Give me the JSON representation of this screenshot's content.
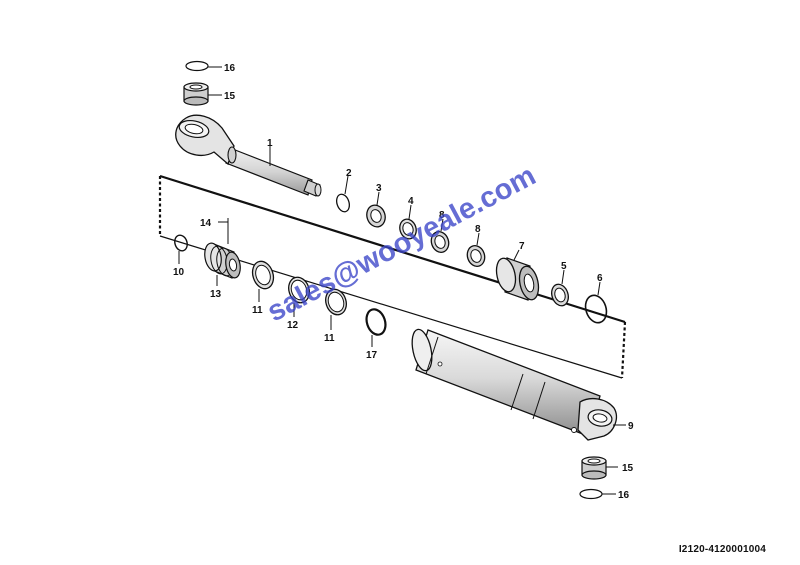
{
  "diagram": {
    "reference_code": "I2120-4120001004",
    "watermark_text": "sales@wooyeale.com",
    "part_labels": {
      "p1": "1",
      "p2": "2",
      "p3": "3",
      "p4": "4",
      "p5": "5",
      "p6": "6",
      "p7": "7",
      "p8a": "8",
      "p8b": "8",
      "p9": "9",
      "p10": "10",
      "p11a": "11",
      "p11b": "11",
      "p12": "12",
      "p13": "13",
      "p14": "14",
      "p15a": "15",
      "p15b": "15",
      "p16a": "16",
      "p16b": "16",
      "p17": "17"
    },
    "colors": {
      "line": "#111111",
      "part_fill": "#e6e6e6",
      "part_shade": "#bdbdbd",
      "watermark": "#3a45c8"
    }
  }
}
